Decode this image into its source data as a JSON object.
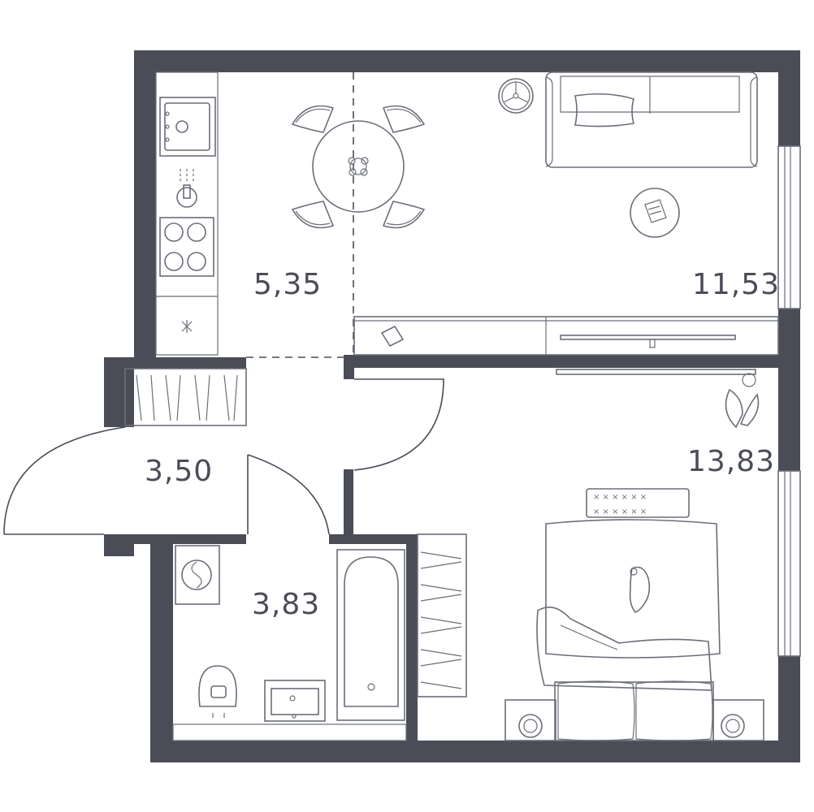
{
  "rooms": [
    {
      "id": "kitchen",
      "area": "5,35"
    },
    {
      "id": "living",
      "area": "11,53"
    },
    {
      "id": "bedroom",
      "area": "13,83"
    },
    {
      "id": "hall",
      "area": "3,50"
    },
    {
      "id": "bathroom",
      "area": "3,83"
    }
  ],
  "colors": {
    "wall": "#4a4d57",
    "line": "#6b6e78",
    "background": "#ffffff"
  },
  "icons": [
    "sink-icon",
    "faucet-icon",
    "stove-icon",
    "dining-table-icon",
    "chair-icon",
    "floor-lamp-icon",
    "sofa-icon",
    "rug-icon",
    "tv-stand-icon",
    "tv-icon",
    "bed-icon",
    "pillow-icon",
    "cat-icon",
    "plant-icon",
    "wardrobe-icon",
    "washing-machine-icon",
    "toilet-icon",
    "washbasin-icon",
    "bathtub-icon",
    "window-icon",
    "door-icon"
  ]
}
